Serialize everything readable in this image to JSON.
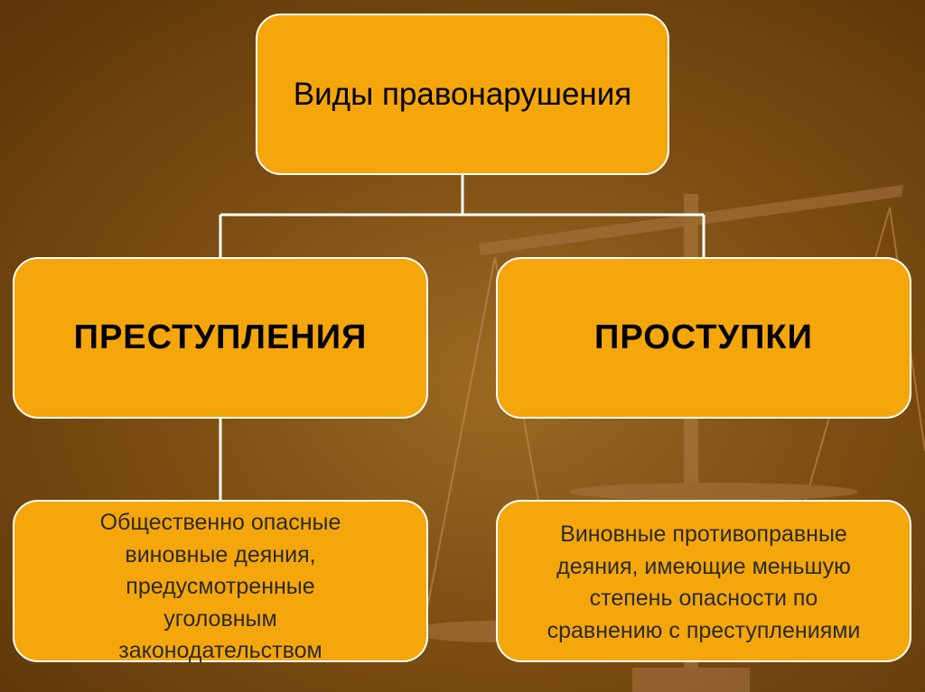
{
  "diagram": {
    "root": {
      "label": "Виды правонарушения"
    },
    "crimes": {
      "label": "ПРЕСТУПЛЕНИЯ",
      "definition": "Общественно опасные\nвиновные деяния,\nпредусмотренные\nуголовным\nзаконодательством"
    },
    "offenses": {
      "label": "ПРОСТУПКИ",
      "definition": "Виновные противоправные\nдеяния, имеющие меньшую\nстепень опасности по\nсравнению с преступлениями"
    }
  },
  "colors": {
    "box_fill": "#f5a60a",
    "box_border": "#ffffff",
    "connector": "#ffffff",
    "background": "#7e4f14"
  }
}
